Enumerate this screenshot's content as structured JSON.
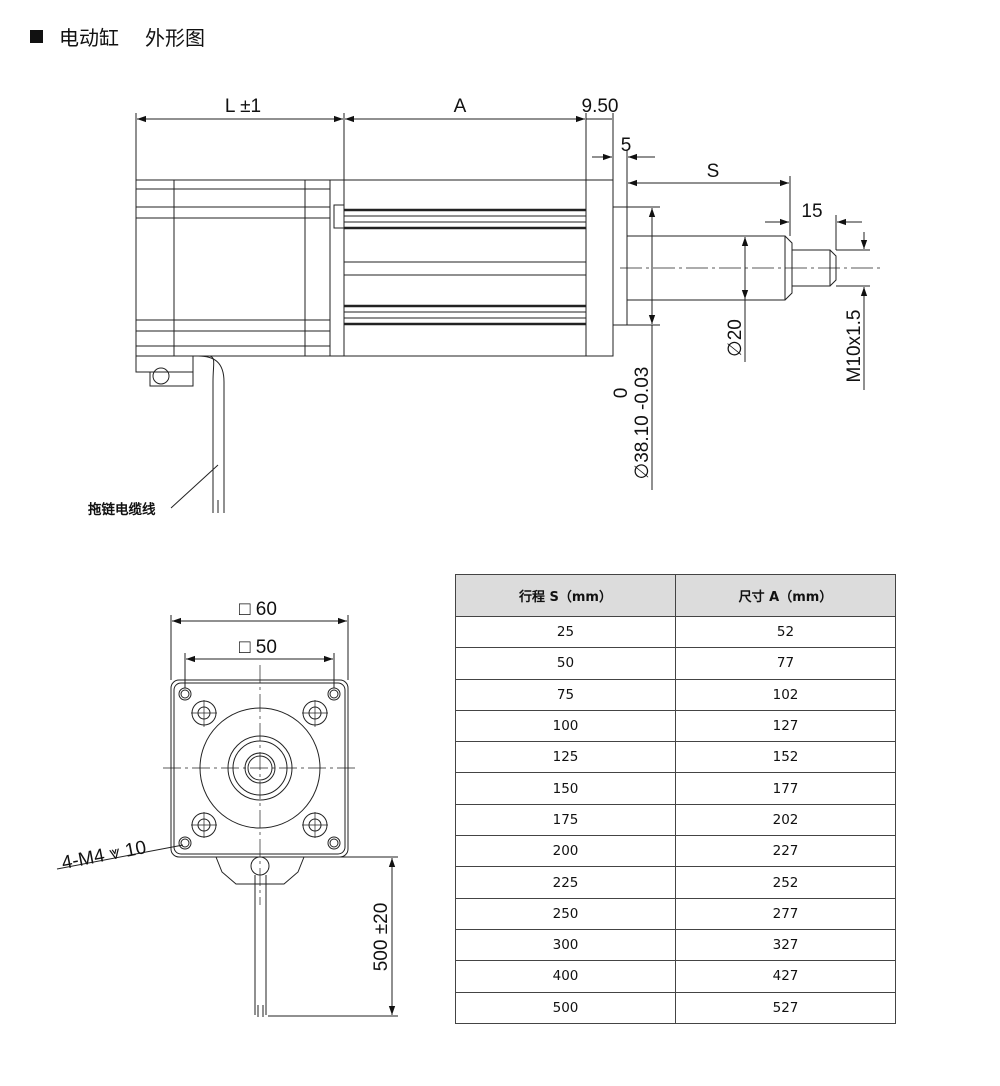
{
  "heading": {
    "part1": "电动缸",
    "part2": "外形图"
  },
  "side_view": {
    "dim_L": "L ±1",
    "dim_A": "A",
    "dim_950": "9.50",
    "dim_5": "5",
    "dim_S": "S",
    "dim_15": "15",
    "dim_phi20": "∅20",
    "dim_M10": "M10x1.5",
    "dim_tol_top": "0",
    "dim_phi38": "∅38.10 -0.03",
    "cable_label": "拖链电缆线"
  },
  "front_view": {
    "dim_60": "□ 60",
    "dim_50": "□ 50",
    "dim_holes": "4-M4 ⩔ 10",
    "dim_500": "500 ±20"
  },
  "table": {
    "headers": [
      "行程 S（mm）",
      "尺寸 A（mm）"
    ],
    "rows": [
      [
        "25",
        "52"
      ],
      [
        "50",
        "77"
      ],
      [
        "75",
        "102"
      ],
      [
        "100",
        "127"
      ],
      [
        "125",
        "152"
      ],
      [
        "150",
        "177"
      ],
      [
        "175",
        "202"
      ],
      [
        "200",
        "227"
      ],
      [
        "225",
        "252"
      ],
      [
        "250",
        "277"
      ],
      [
        "300",
        "327"
      ],
      [
        "400",
        "427"
      ],
      [
        "500",
        "527"
      ]
    ]
  }
}
